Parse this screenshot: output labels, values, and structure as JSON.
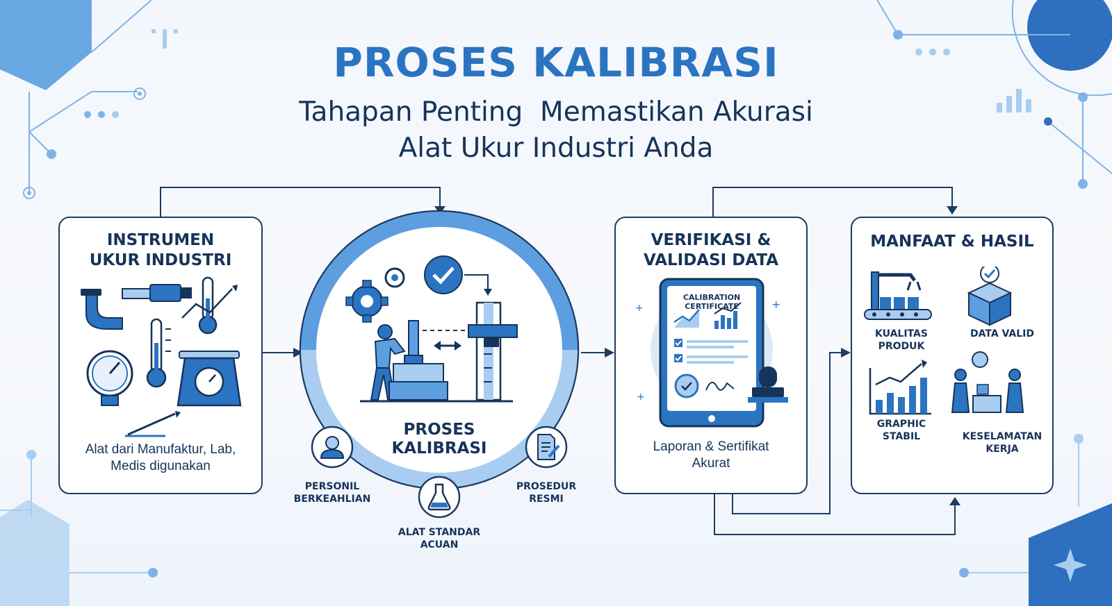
{
  "header": {
    "title": "PROSES KALIBRASI",
    "subtitle_line1": "Tahapan Penting  Memastikan Akurasi",
    "subtitle_line2": "Alat Ukur Industri Anda"
  },
  "instrumen": {
    "title_line1": "INSTRUMEN",
    "title_line2": "UKUR INDUSTRI",
    "caption_line1": "Alat dari Manufaktur, Lab,",
    "caption_line2": "Medis digunakan"
  },
  "proses": {
    "title_line1": "PROSES",
    "title_line2": "KALIBRASI",
    "personil_line1": "PERSONIL",
    "personil_line2": "BERKEAHLIAN",
    "alat_line1": "ALAT STANDAR",
    "alat_line2": "ACUAN",
    "prosedur_line1": "PROSEDUR",
    "prosedur_line2": "RESMI"
  },
  "verifikasi": {
    "title_line1": "VERIFIKASI &",
    "title_line2": "VALIDASI DATA",
    "cert_line1": "CALIBRATION",
    "cert_line2": "CERTIFICATE",
    "caption_line1": "Laporan & Sertifikat",
    "caption_line2": "Akurat"
  },
  "manfaat": {
    "title": "MANFAAT & HASIL",
    "kualitas_line1": "KUALITAS",
    "kualitas_line2": "PRODUK",
    "data_valid": "DATA VALID",
    "graphic_line1": "GRAPHIC",
    "graphic_line2": "STABIL",
    "keselamatan_line1": "KESELAMATAN",
    "keselamatan_line2": "KERJA"
  },
  "colors": {
    "primary": "#2b74c1",
    "navy": "#16335a",
    "light": "#a9cdf0",
    "mid": "#5d9ee0"
  }
}
